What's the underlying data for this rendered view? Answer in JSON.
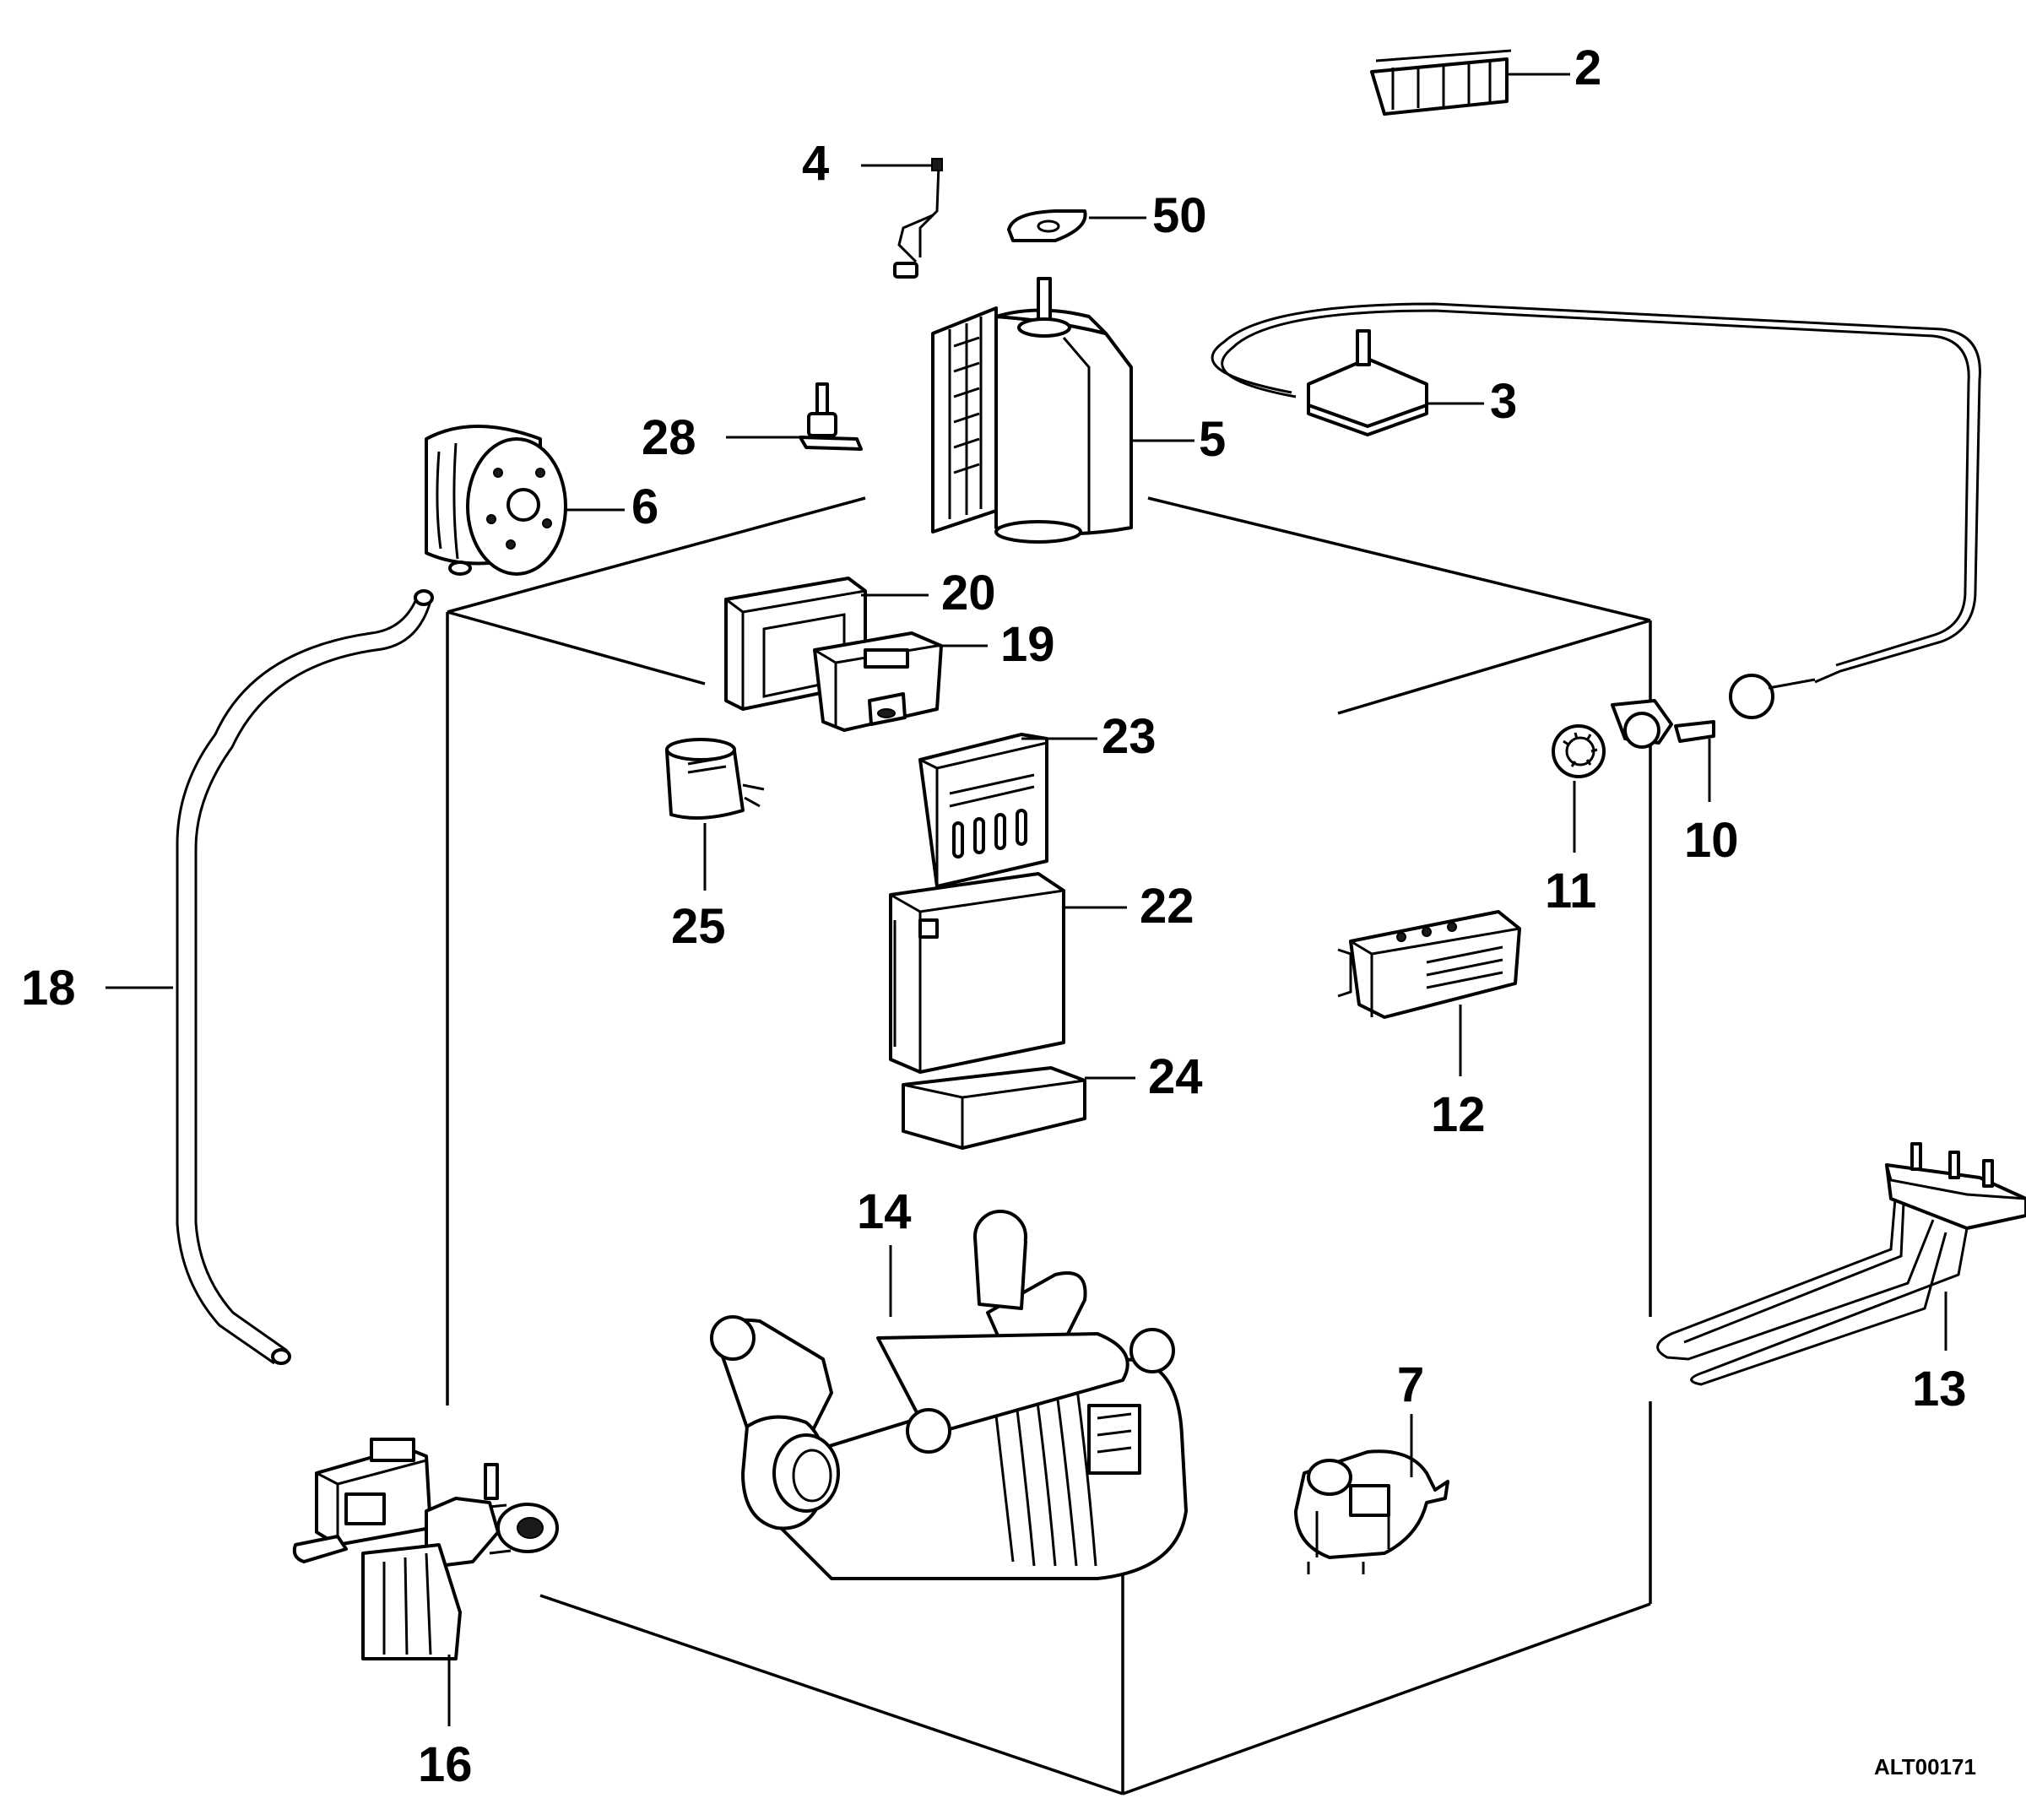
{
  "figure_code": "ALT00171",
  "labels": {
    "p2": "2",
    "p3": "3",
    "p4": "4",
    "p5": "5",
    "p6": "6",
    "p7": "7",
    "p10": "10",
    "p11": "11",
    "p12": "12",
    "p13": "13",
    "p14": "14",
    "p16": "16",
    "p18": "18",
    "p19": "19",
    "p20": "20",
    "p22": "22",
    "p23": "23",
    "p24": "24",
    "p25": "25",
    "p28": "28",
    "p50": "50"
  },
  "colors": {
    "ink": "#000000",
    "paper": "#ffffff"
  }
}
